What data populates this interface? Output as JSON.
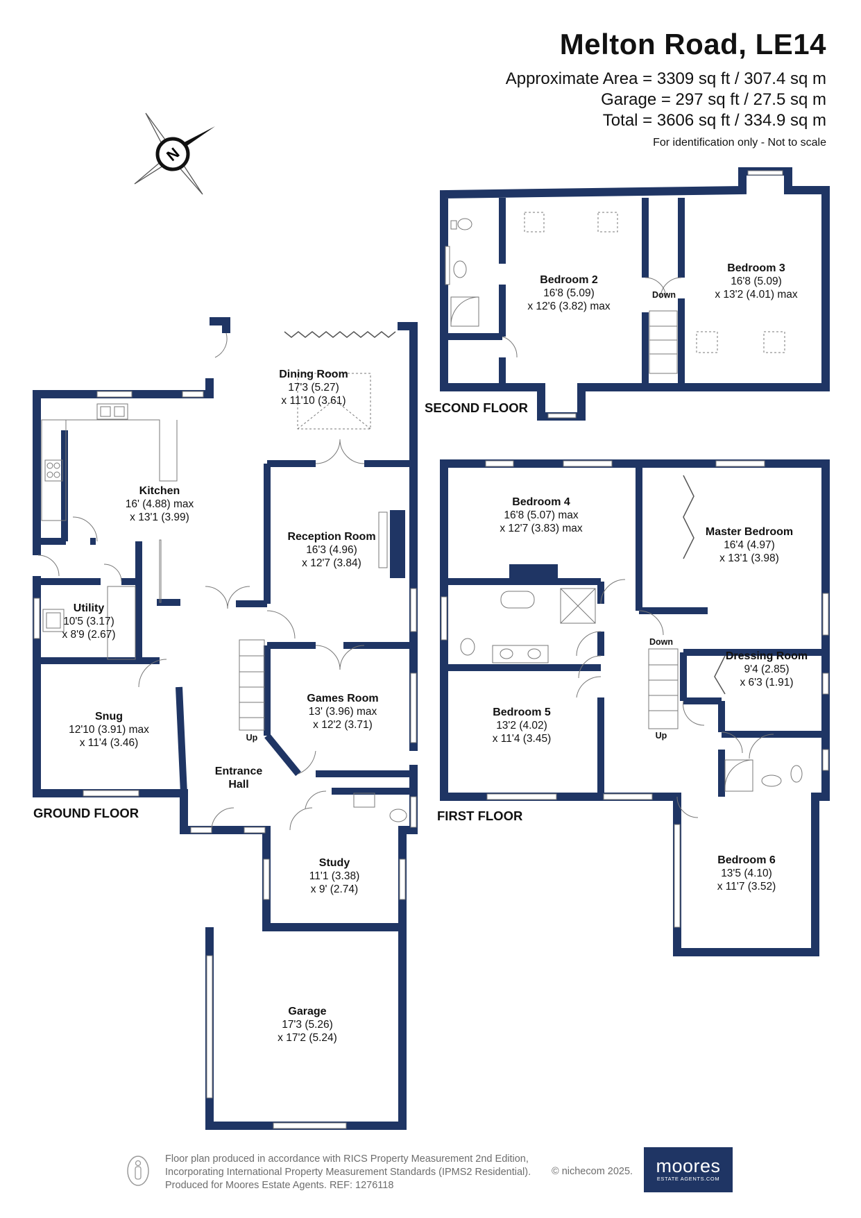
{
  "header": {
    "title": "Melton Road, LE14",
    "area_line": "Approximate Area = 3309 sq ft / 307.4 sq m",
    "garage_line": "Garage = 297 sq ft / 27.5 sq m",
    "total_line": "Total = 3606 sq ft / 334.9 sq m",
    "note": "For identification only - Not to scale"
  },
  "compass": {
    "letter": "N"
  },
  "floors": {
    "ground": "GROUND FLOOR",
    "first": "FIRST FLOOR",
    "second": "SECOND FLOOR"
  },
  "rooms": {
    "kitchen": {
      "name": "Kitchen",
      "dim1": "16' (4.88) max",
      "dim2": "x 13'1 (3.99)"
    },
    "dining": {
      "name": "Dining Room",
      "dim1": "17'3 (5.27)",
      "dim2": "x 11'10 (3.61)"
    },
    "reception": {
      "name": "Reception Room",
      "dim1": "16'3 (4.96)",
      "dim2": "x 12'7 (3.84)"
    },
    "utility": {
      "name": "Utility",
      "dim1": "10'5 (3.17)",
      "dim2": "x 8'9 (2.67)"
    },
    "snug": {
      "name": "Snug",
      "dim1": "12'10 (3.91) max",
      "dim2": "x 11'4 (3.46)"
    },
    "games": {
      "name": "Games Room",
      "dim1": "13' (3.96) max",
      "dim2": "x 12'2 (3.71)"
    },
    "entrance": {
      "name1": "Entrance",
      "name2": "Hall"
    },
    "study": {
      "name": "Study",
      "dim1": "11'1 (3.38)",
      "dim2": "x 9' (2.74)"
    },
    "garage": {
      "name": "Garage",
      "dim1": "17'3 (5.26)",
      "dim2": "x 17'2 (5.24)"
    },
    "bedroom2": {
      "name": "Bedroom 2",
      "dim1": "16'8 (5.09)",
      "dim2": "x 12'6 (3.82) max"
    },
    "bedroom3": {
      "name": "Bedroom 3",
      "dim1": "16'8 (5.09)",
      "dim2": "x 13'2 (4.01) max"
    },
    "bedroom4": {
      "name": "Bedroom 4",
      "dim1": "16'8 (5.07) max",
      "dim2": "x 12'7 (3.83) max"
    },
    "master": {
      "name": "Master Bedroom",
      "dim1": "16'4 (4.97)",
      "dim2": "x 13'1 (3.98)"
    },
    "dressing": {
      "name": "Dressing Room",
      "dim1": "9'4 (2.85)",
      "dim2": "x 6'3 (1.91)"
    },
    "bedroom5": {
      "name": "Bedroom 5",
      "dim1": "13'2 (4.02)",
      "dim2": "x 11'4 (3.45)"
    },
    "bedroom6": {
      "name": "Bedroom 6",
      "dim1": "13'5 (4.10)",
      "dim2": "x 11'7 (3.52)"
    }
  },
  "stairs": {
    "up": "Up",
    "down": "Down"
  },
  "footer": {
    "line1": "Floor plan produced in accordance with RICS Property Measurement 2nd Edition,",
    "line2": "Incorporating International Property Measurement Standards (IPMS2 Residential).",
    "line3": "Produced for Moores Estate Agents.    REF: 1276118",
    "copyright": "© nichecom 2025."
  },
  "logo": {
    "name": "moores",
    "sub": "ESTATE AGENTS.COM"
  },
  "colors": {
    "wall": "#1f3564",
    "logo_bg": "#1f3564",
    "footer_text": "#6d6d6d"
  }
}
